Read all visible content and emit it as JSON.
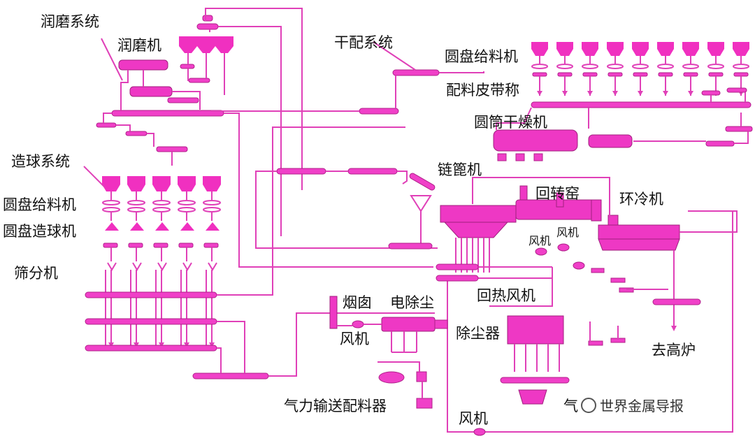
{
  "diagram": {
    "labels": {
      "lubrication_system": "润磨系统",
      "lubrication_mill": "润磨机",
      "dry_batching_system": "干配系统",
      "disc_feeder_top": "圆盘给料机",
      "batching_belt_scale": "配料皮带称",
      "drum_dryer": "圆筒干燥机",
      "pelletizing_system": "造球系统",
      "disc_feeder_left": "圆盘给料机",
      "disc_pelletizer": "圆盘造球机",
      "screen": "筛分机",
      "grate": "链篦机",
      "rotary_kiln": "回转窑",
      "annular_cooler": "环冷机",
      "fan_1": "风机",
      "fan_2": "风机",
      "chimney": "烟囱",
      "esp": "电除尘",
      "heat_return_fan": "回热风机",
      "fan_left": "风机",
      "dust_collector": "除尘器",
      "to_blast_furnace": "去高炉",
      "pneumatic_conveyor": "气力输送配料器",
      "fan_bottom": "风机",
      "pneumatic_conveyor_partial": "气"
    },
    "watermark": "世界金属导报",
    "colors": {
      "primary": "#e040b8",
      "fill": "#f030c0"
    }
  }
}
